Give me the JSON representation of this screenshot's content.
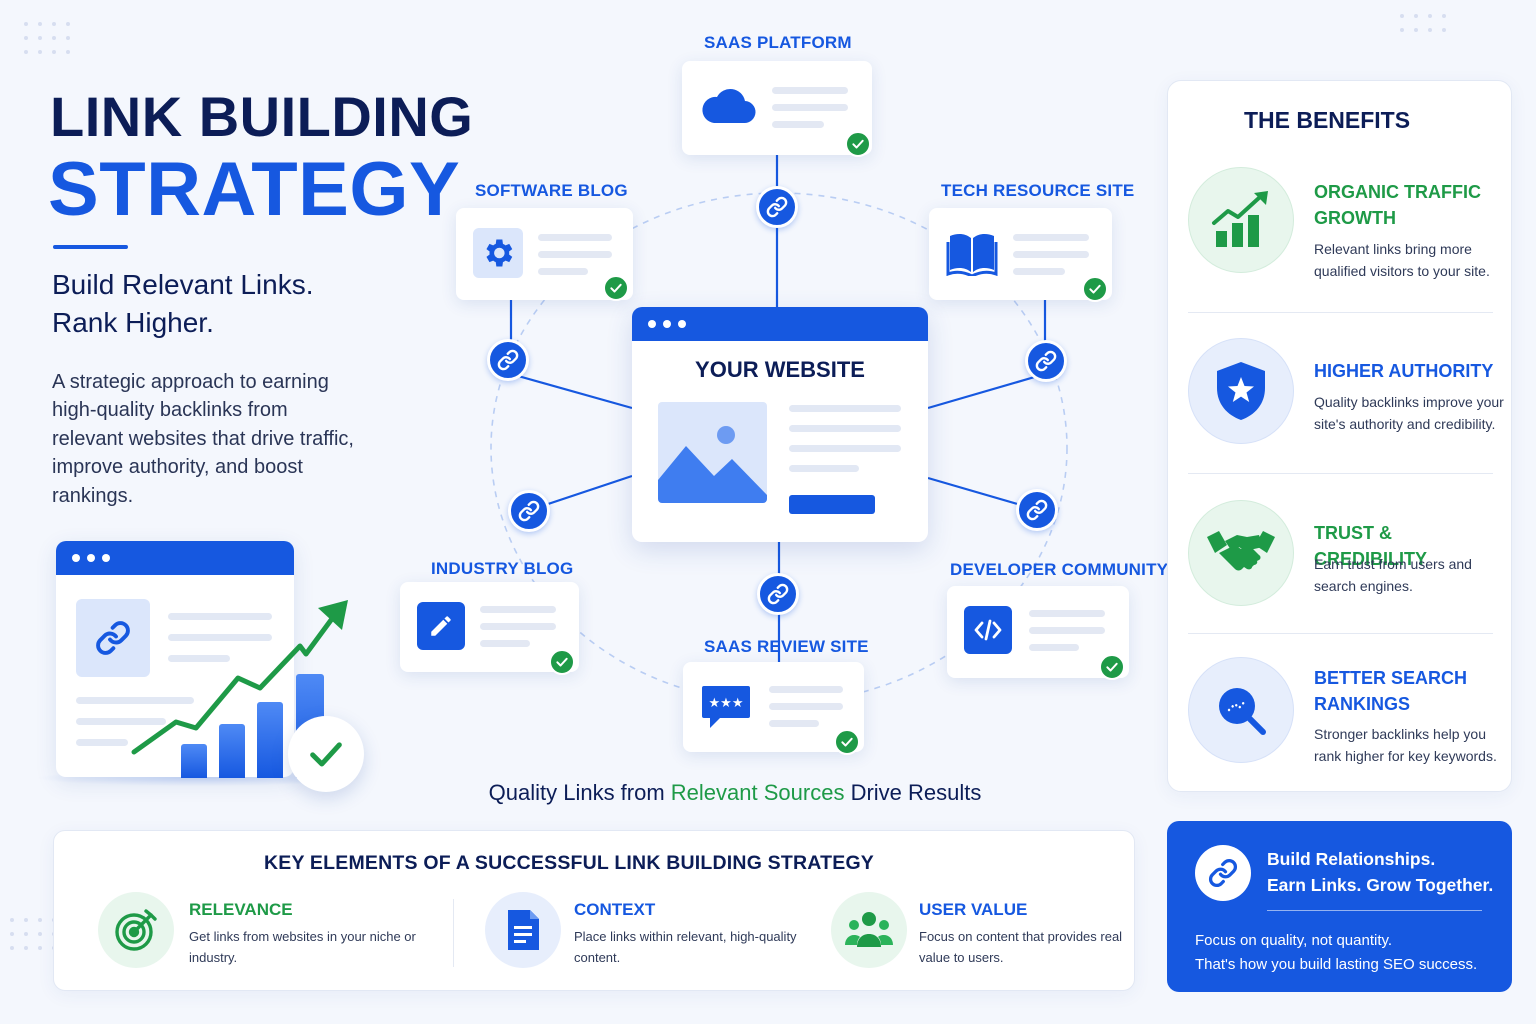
{
  "hero": {
    "title_line1": "LINK BUILDING",
    "title_line2": "STRATEGY",
    "tagline_line1": "Build Relevant Links.",
    "tagline_line2": "Rank Higher.",
    "intro": "A strategic approach to earning high-quality backlinks from relevant websites that drive traffic, improve authority, and boost rankings."
  },
  "diagram": {
    "center_title": "YOUR WEBSITE",
    "nodes": [
      {
        "label": "SAAS PLATFORM",
        "icon": "cloud-icon"
      },
      {
        "label": "SOFTWARE BLOG",
        "icon": "gear-icon"
      },
      {
        "label": "TECH RESOURCE SITE",
        "icon": "book-icon"
      },
      {
        "label": "INDUSTRY BLOG",
        "icon": "pencil-icon"
      },
      {
        "label": "DEVELOPER COMMUNITY",
        "icon": "code-icon"
      },
      {
        "label": "SAAS REVIEW SITE",
        "icon": "review-stars-icon"
      }
    ],
    "caption_pre": "Quality Links from ",
    "caption_highlight": "Relevant Sources",
    "caption_post": " Drive Results"
  },
  "benefits": {
    "title": "THE BENEFITS",
    "items": [
      {
        "title": "ORGANIC TRAFFIC GROWTH",
        "desc": "Relevant links bring more qualified visitors to your site.",
        "color": "#1e9a47",
        "icon": "growth-chart-icon"
      },
      {
        "title": "HIGHER AUTHORITY",
        "desc": "Quality backlinks improve your site's authority and credibility.",
        "color": "#1658e0",
        "icon": "shield-star-icon"
      },
      {
        "title": "TRUST & CREDIBILITY",
        "desc": "Earn trust from users and search engines.",
        "color": "#1e9a47",
        "icon": "handshake-icon"
      },
      {
        "title": "BETTER SEARCH RANKINGS",
        "desc": "Stronger backlinks help you rank higher for key keywords.",
        "color": "#1658e0",
        "icon": "search-icon"
      }
    ]
  },
  "callout": {
    "title_line1": "Build Relationships.",
    "title_line2": "Earn Links. Grow Together.",
    "desc_line1": "Focus on quality, not quantity.",
    "desc_line2": "That's how you build lasting SEO success."
  },
  "key_elements": {
    "title": "KEY ELEMENTS OF A SUCCESSFUL LINK BUILDING STRATEGY",
    "items": [
      {
        "title": "RELEVANCE",
        "desc": "Get links from websites in your niche or industry.",
        "color": "#1e9a47",
        "icon": "target-icon"
      },
      {
        "title": "CONTEXT",
        "desc": "Place links within relevant, high-quality content.",
        "color": "#1658e0",
        "icon": "document-icon"
      },
      {
        "title": "USER VALUE",
        "desc": "Focus on content that provides real value to users.",
        "color": "#1658e0",
        "icon": "users-icon"
      }
    ]
  },
  "colors": {
    "primary": "#1658e0",
    "navy": "#0c1d57",
    "green": "#1e9a47",
    "background": "#f4f7fd"
  }
}
